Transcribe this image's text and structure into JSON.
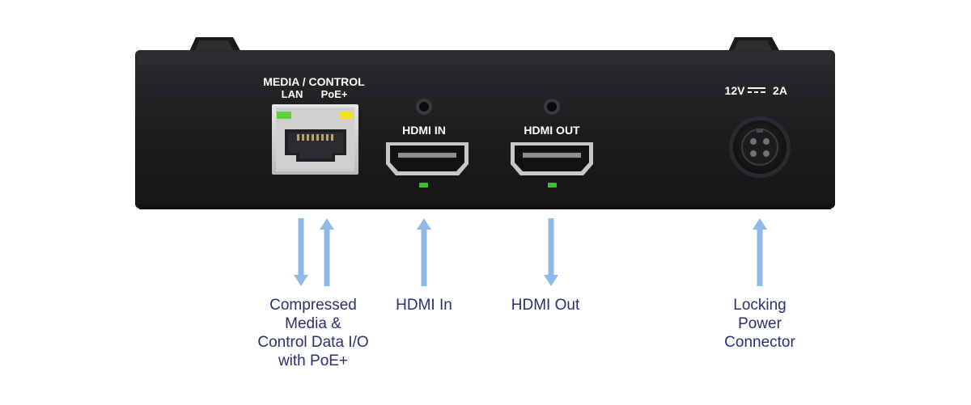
{
  "device": {
    "panel_labels": {
      "media_control": "MEDIA / CONTROL",
      "lan": "LAN",
      "poe": "PoE+",
      "hdmi_in": "HDMI IN",
      "hdmi_out": "HDMI OUT",
      "power_rating_left": "12V",
      "power_rating_right": "2A"
    },
    "led_colors": {
      "lan_led": "#5fd23a",
      "poe_led": "#f2e21a",
      "hdmi_led": "#39c02a"
    },
    "body_color": "#1e1f21"
  },
  "callouts": {
    "ethernet": [
      "Compressed",
      "Media &",
      "Control Data I/O",
      "with PoE+"
    ],
    "hdmi_in": [
      "HDMI In"
    ],
    "hdmi_out": [
      "HDMI Out"
    ],
    "power": [
      "Locking",
      "Power",
      "Connector"
    ]
  },
  "arrows": {
    "color": "#8fb9e6",
    "ethernet": [
      "down",
      "up"
    ],
    "hdmi_in": "up",
    "hdmi_out": "down",
    "power": "up"
  }
}
